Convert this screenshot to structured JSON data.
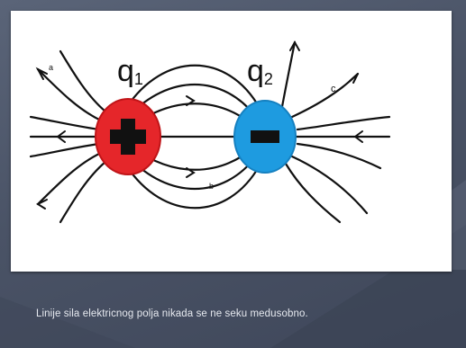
{
  "slide": {
    "caption": "Linije sila elektricnog polja nikada se ne seku medusobno."
  },
  "diagram": {
    "charge1": {
      "label": "q",
      "subscript": "1",
      "sign": "+",
      "color": "#e5262a"
    },
    "charge2": {
      "label": "q",
      "subscript": "2",
      "sign": "-",
      "color": "#1e9be0"
    },
    "point_labels": {
      "a": "a",
      "b": "b",
      "c": "c"
    }
  }
}
